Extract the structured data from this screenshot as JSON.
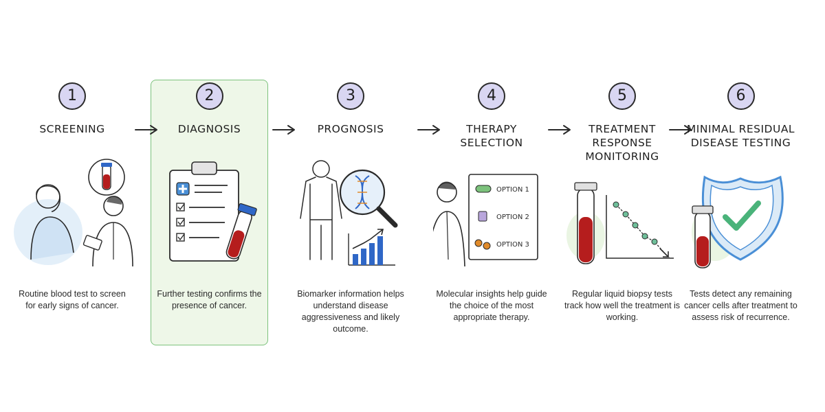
{
  "steps": [
    {
      "number": "1",
      "title": "SCREENING",
      "description": "Routine blood test to screen for early signs of cancer."
    },
    {
      "number": "2",
      "title": "DIAGNOSIS",
      "description": "Further testing confirms the presence of cancer."
    },
    {
      "number": "3",
      "title": "PROGNOSIS",
      "description": "Biomarker information helps understand disease aggressiveness and likely outcome."
    },
    {
      "number": "4",
      "title": "THERAPY SELECTION",
      "description": "Molecular insights help guide the choice of the most appropriate therapy."
    },
    {
      "number": "5",
      "title": "TREATMENT RESPONSE MONITORING",
      "description": "Regular liquid biopsy tests track how well the treatment is working."
    },
    {
      "number": "6",
      "title": "MINIMAL RESIDUAL DISEASE TESTING",
      "description": "Tests detect any remaining cancer cells after treatment to assess risk of recurrence."
    }
  ],
  "therapy_options": [
    "OPTION 1",
    "OPTION 2",
    "OPTION 3"
  ],
  "highlighted_step": 2,
  "colors": {
    "number_circle": "#d9d6f2",
    "highlight_fill": "#eef7e8",
    "highlight_border": "#7cc27c",
    "blood": "#b51d1d",
    "tube_cap": "#2f67c7",
    "shield": "#4a8fd6",
    "check": "#4ab37a"
  }
}
